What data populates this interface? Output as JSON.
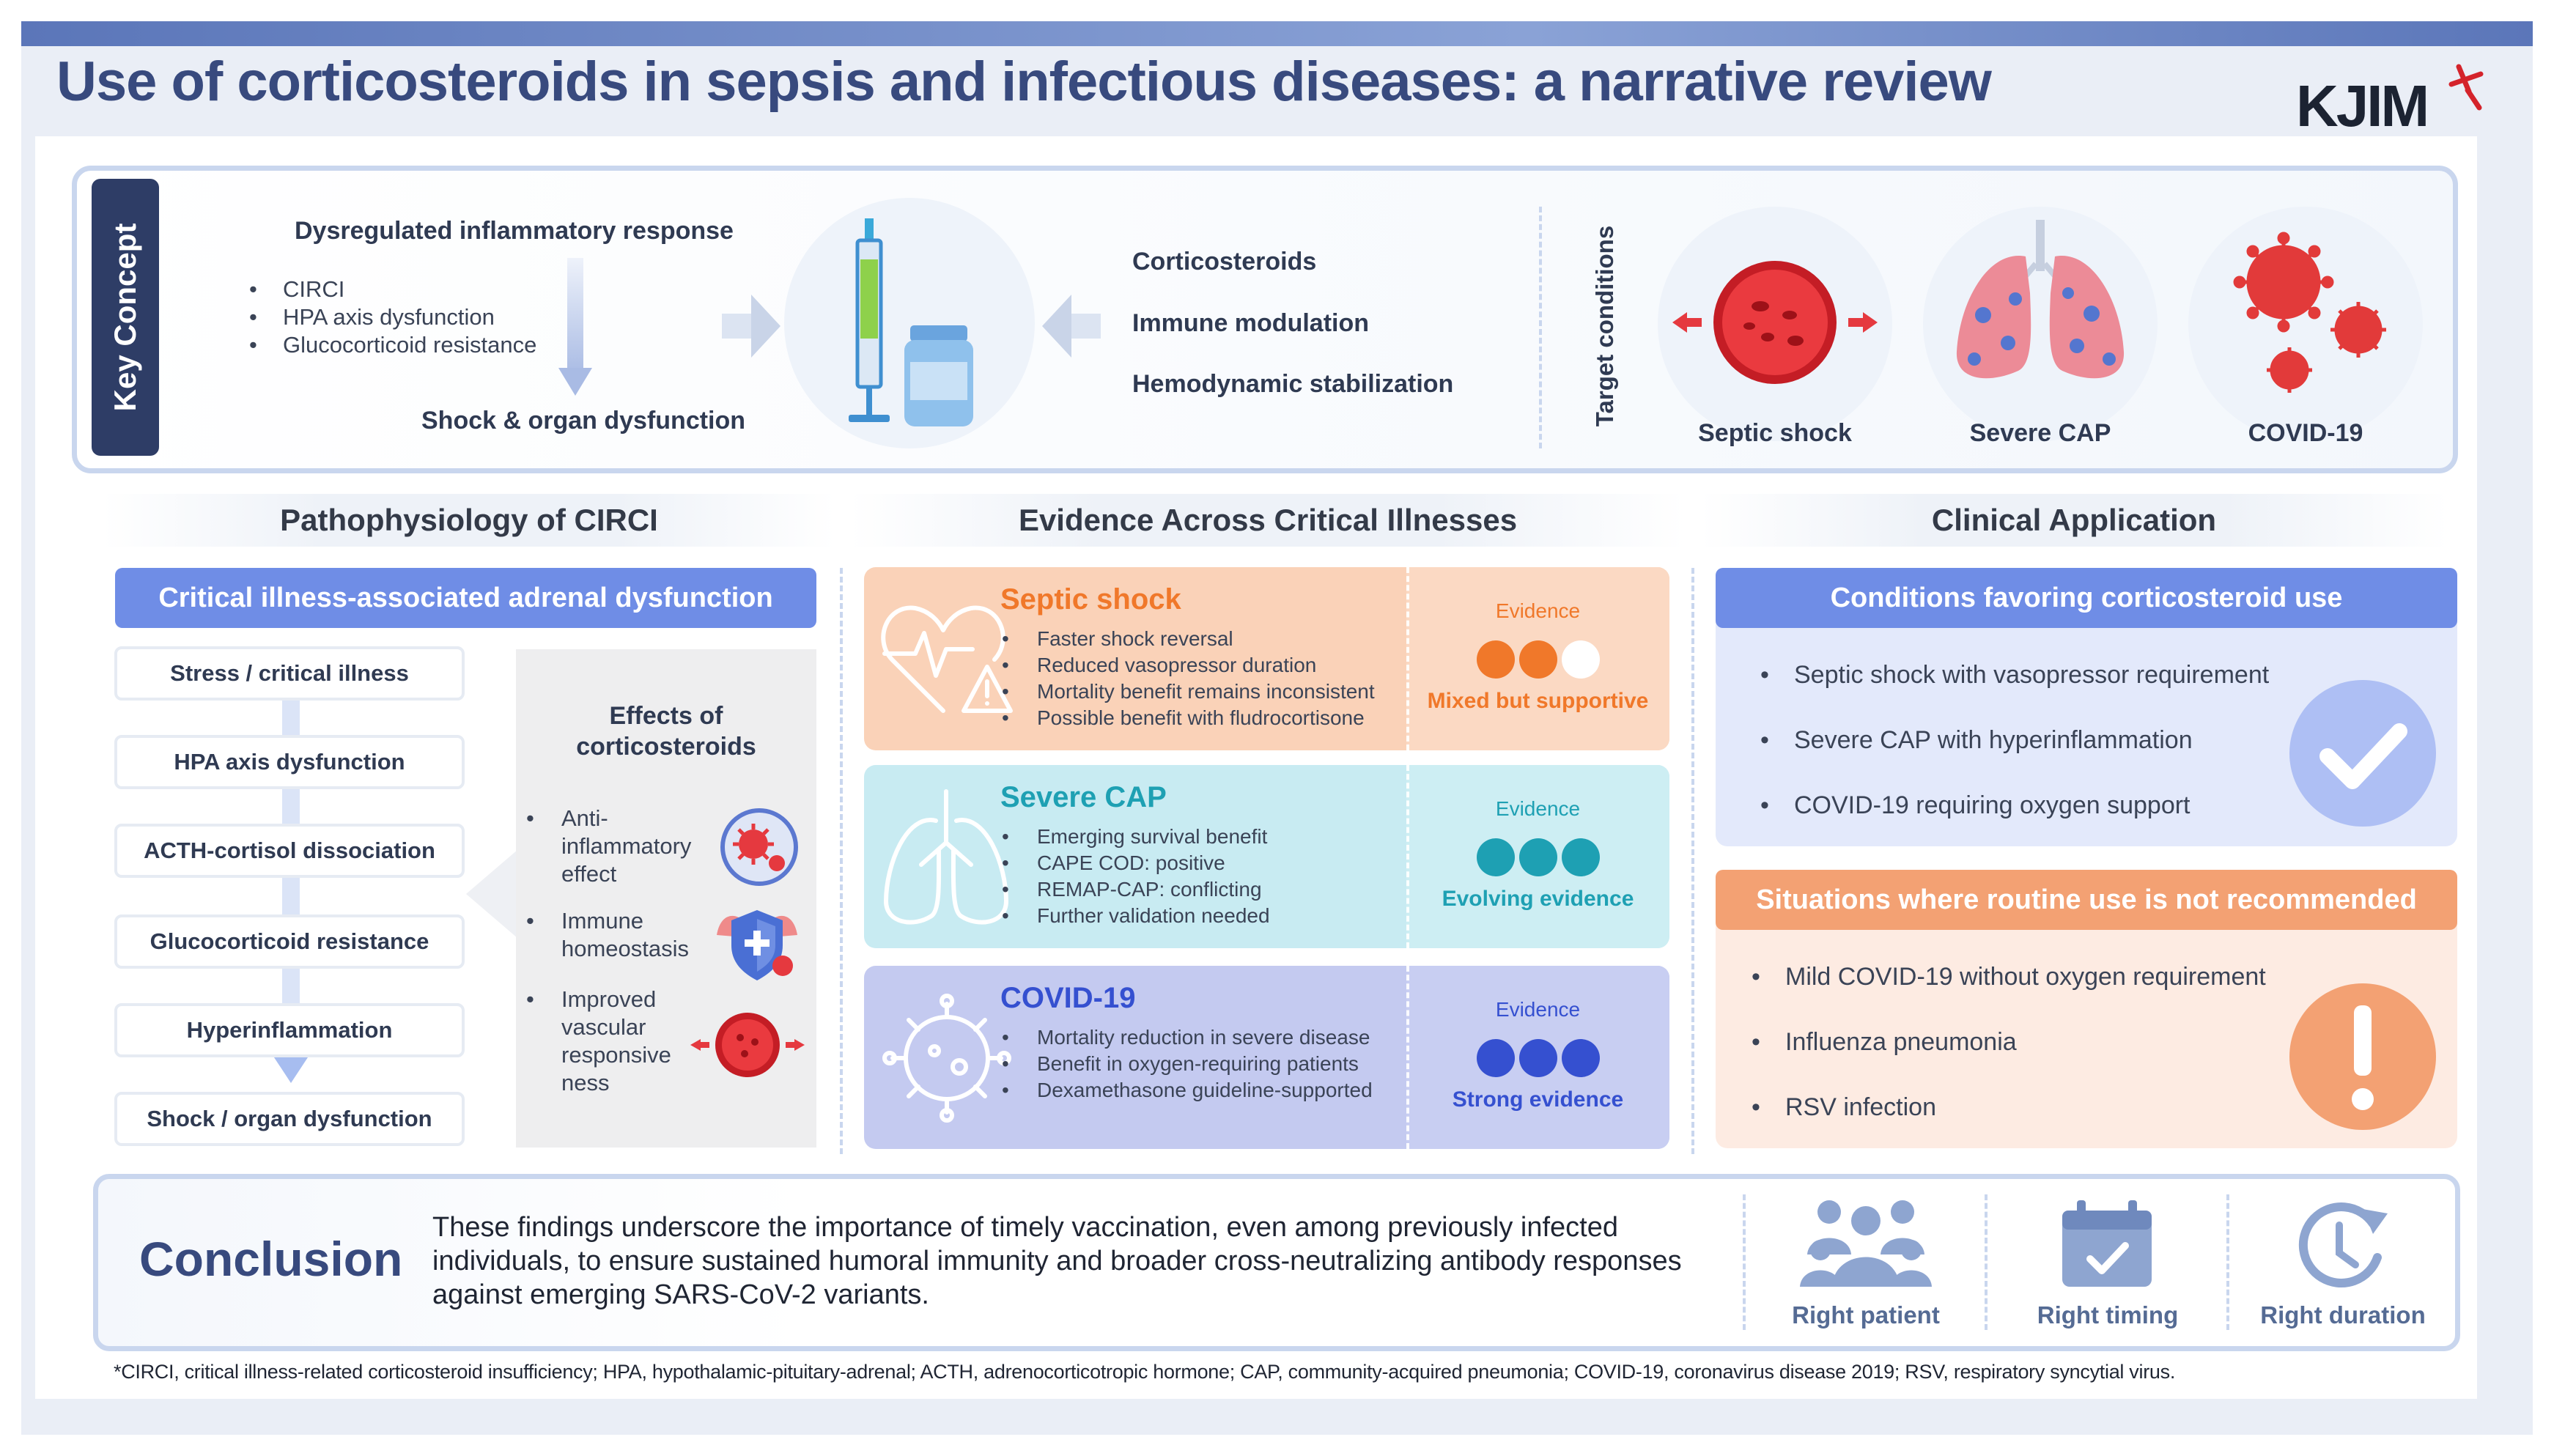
{
  "header": {
    "title": "Use of corticosteroids in sepsis and infectious diseases: a narrative review",
    "logo_text": "KJIM"
  },
  "key_concept": {
    "tab_label": "Key Concept",
    "top_heading": "Dysregulated inflammatory response",
    "items": [
      "CIRCI",
      "HPA axis dysfunction",
      "Glucocorticoid resistance"
    ],
    "bottom_heading": "Shock & organ dysfunction",
    "modulation": [
      "Corticosteroids",
      "Immune modulation",
      "Hemodynamic stabilization"
    ],
    "target_label": "Target conditions",
    "conditions": [
      "Septic shock",
      "Severe CAP",
      "COVID-19"
    ]
  },
  "pathophysiology": {
    "heading": "Pathophysiology of CIRCI",
    "band": "Critical illness-associated adrenal dysfunction",
    "steps": [
      "Stress / critical illness",
      "HPA axis dysfunction",
      "ACTH-cortisol dissociation",
      "Glucocorticoid resistance",
      "Hyperinflammation",
      "Shock / organ dysfunction"
    ],
    "effects_title_line1": "Effects of",
    "effects_title_line2": "corticosteroids",
    "effects": [
      {
        "lines": [
          "Anti-",
          "inflammatory",
          "effect"
        ],
        "icon": "virus-shield-icon"
      },
      {
        "lines": [
          "Immune",
          "homeostasis"
        ],
        "icon": "shield-icon"
      },
      {
        "lines": [
          "Improved",
          "vascular",
          "responsive",
          "ness"
        ],
        "icon": "blood-cell-icon"
      }
    ]
  },
  "evidence": {
    "heading": "Evidence Across Critical Illnesses",
    "evidence_label": "Evidence",
    "cards": [
      {
        "title": "Septic shock",
        "items": [
          "Faster shock reversal",
          "Reduced vasopressor duration",
          "Mortality benefit remains inconsistent",
          "Possible benefit with fludrocortisone"
        ],
        "verdict": "Mixed but supportive",
        "filled_dots": 2,
        "color": "#f0782a",
        "bg": "#fad2b8",
        "bg_right": "#fbd9c3"
      },
      {
        "title": "Severe CAP",
        "items": [
          "Emerging survival benefit",
          "CAPE COD: positive",
          "REMAP-CAP: conflicting",
          "Further validation needed"
        ],
        "verdict": "Evolving evidence",
        "filled_dots": 3,
        "color": "#1ea0b3",
        "bg": "#c8ebf2",
        "bg_right": "#cdeef3"
      },
      {
        "title": "COVID-19",
        "items": [
          "Mortality reduction in severe disease",
          "Benefit in oxygen-requiring patients",
          "Dexamethasone guideline-supported"
        ],
        "verdict": "Strong evidence",
        "filled_dots": 3,
        "color": "#3550d0",
        "bg": "#c4caf0",
        "bg_right": "#c8cef2"
      }
    ]
  },
  "clinical": {
    "heading": "Clinical Application",
    "favor_band": "Conditions favoring corticosteroid use",
    "favor_items": [
      "Septic shock with vasopressor requirement",
      "Severe CAP with hyperinflammation",
      "COVID-19 requiring oxygen support"
    ],
    "avoid_band": "Situations where routine use is not recommended",
    "avoid_items": [
      "Mild COVID-19 without oxygen requirement",
      "Influenza pneumonia",
      "RSV infection"
    ],
    "colors": {
      "blue": "#6f8de6",
      "orange": "#f3a173"
    }
  },
  "conclusion": {
    "heading": "Conclusion",
    "text": "These findings underscore the importance of timely vaccination, even among previously infected individuals, to ensure sustained humoral immunity and broader cross-neutralizing antibody responses against emerging SARS-CoV-2 variants.",
    "rights": [
      "Right patient",
      "Right timing",
      "Right duration"
    ]
  },
  "footnote": "*CIRCI, critical illness-related corticosteroid insufficiency; HPA, hypothalamic-pituitary-adrenal; ACTH, adrenocorticotropic hormone; CAP, community-acquired pneumonia; COVID-19, coronavirus disease 2019; RSV, respiratory syncytial virus."
}
